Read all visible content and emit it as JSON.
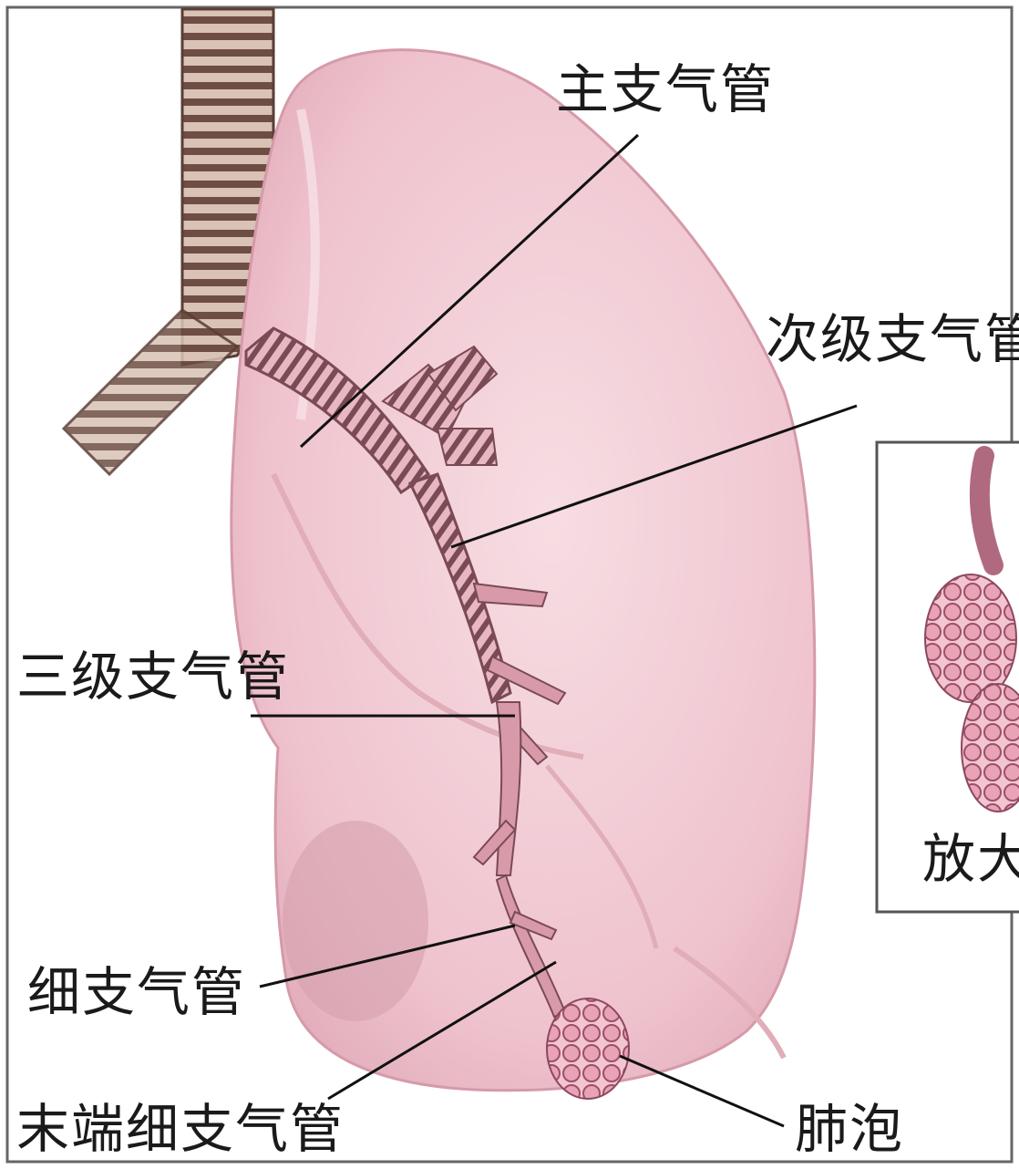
{
  "labels": {
    "main_bronchus": "主支气管",
    "secondary_bronchus": "次级支气管",
    "tertiary_bronchus": "三级支气管",
    "bronchiole": "细支气管",
    "terminal_bronchiole": "末端细支气管",
    "alveoli": "肺泡",
    "magnified": "放大"
  },
  "colors": {
    "lung_fill": "#f2cdd6",
    "lung_shade": "#e3aebc",
    "bronchus": "#b07a86",
    "alveoli": "#c47a8e",
    "trachea": "#8a6a5a",
    "frame": "#555555"
  }
}
